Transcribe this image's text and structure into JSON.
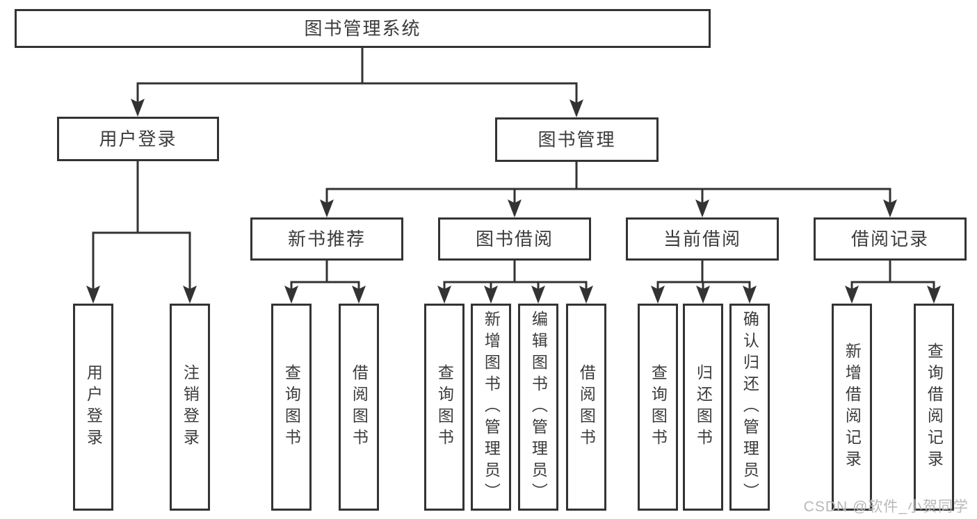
{
  "diagram_type": "tree",
  "root": {
    "label": "图书管理系统",
    "children": [
      {
        "label": "用户登录",
        "children": [
          {
            "label": "用户登录"
          },
          {
            "label": "注销登录"
          }
        ]
      },
      {
        "label": "图书管理",
        "children": [
          {
            "label": "新书推荐",
            "children": [
              {
                "label": "查询图书"
              },
              {
                "label": "借阅图书"
              }
            ]
          },
          {
            "label": "图书借阅",
            "children": [
              {
                "label": "查询图书"
              },
              {
                "label": "新增图书（管理员）"
              },
              {
                "label": "编辑图书（管理员）"
              },
              {
                "label": "借阅图书"
              }
            ]
          },
          {
            "label": "当前借阅",
            "children": [
              {
                "label": "查询图书"
              },
              {
                "label": "归还图书"
              },
              {
                "label": "确认归还（管理员）"
              }
            ]
          },
          {
            "label": "借阅记录",
            "children": [
              {
                "label": "新增借阅记录"
              },
              {
                "label": "查询借阅记录"
              }
            ]
          }
        ]
      }
    ]
  },
  "watermark": "CSDN @软件_小贺同学",
  "colors": {
    "line": "#333333",
    "border": "#333333",
    "text": "#3b3b3b",
    "watermark": "#b8b8b8",
    "background": "#ffffff"
  }
}
